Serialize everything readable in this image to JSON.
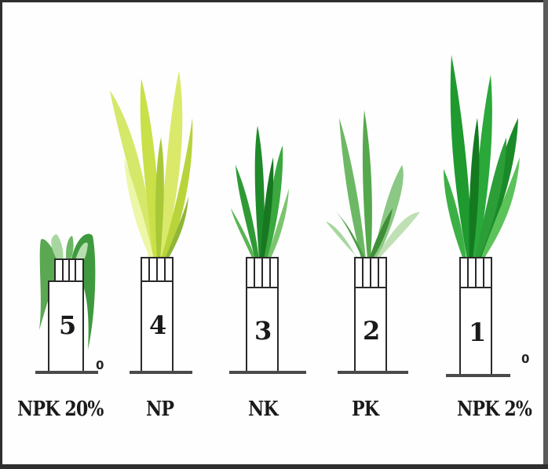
{
  "diagram": {
    "plants": [
      {
        "number": "5",
        "label": "NPK 20%",
        "leaf_color": "#3f9a3f",
        "leaf_light": "#a8d6a0"
      },
      {
        "number": "4",
        "label": "NP",
        "leaf_color": "#c9e048",
        "leaf_light": "#f0f6a8"
      },
      {
        "number": "3",
        "label": "NK",
        "leaf_color": "#1f8a2a",
        "leaf_light": "#7cc56e"
      },
      {
        "number": "2",
        "label": "PK",
        "leaf_color": "#56a84c",
        "leaf_light": "#bfe0b4"
      },
      {
        "number": "1",
        "label": "NPK 2%",
        "leaf_color": "#1e9a2e",
        "leaf_light": "#5cc25a"
      }
    ],
    "side_mark_left": "0",
    "side_mark_right": "0"
  }
}
